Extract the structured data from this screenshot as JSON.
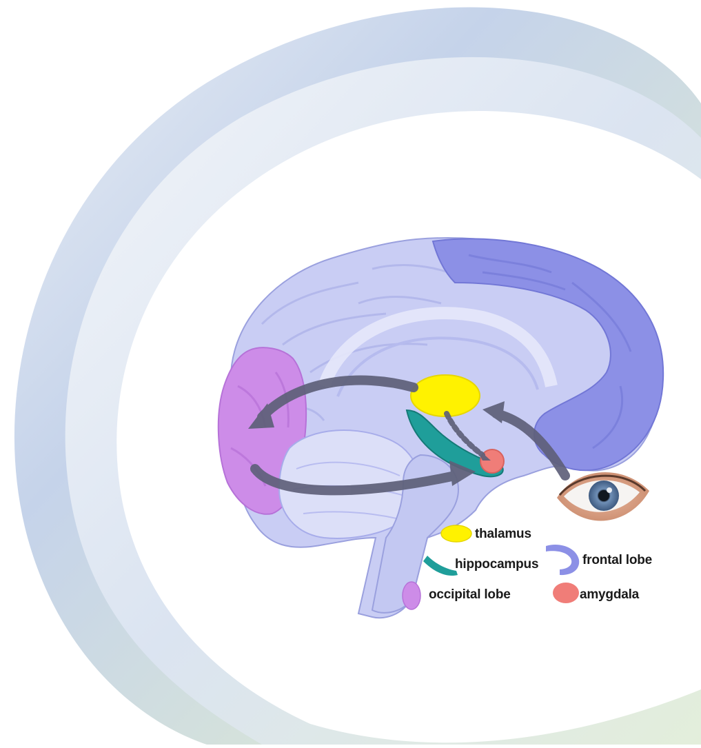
{
  "diagram": {
    "colors": {
      "cortex": "#c9cdf4",
      "frontal_lobe": "#8c90e6",
      "occipital_lobe": "#cd8ce8",
      "thalamus": "#fff200",
      "hippocampus": "#1f9e9a",
      "amygdala": "#f07d78",
      "arrow": "#5e6079",
      "background_ring_blue": "#c3d2ea",
      "background_ring_green": "#d7e6cc"
    },
    "legend": {
      "thalamus": "thalamus",
      "hippocampus": "hippocampus",
      "frontal_lobe": "frontal lobe",
      "occipital_lobe": "occipital lobe",
      "amygdala": "amygdala"
    }
  }
}
